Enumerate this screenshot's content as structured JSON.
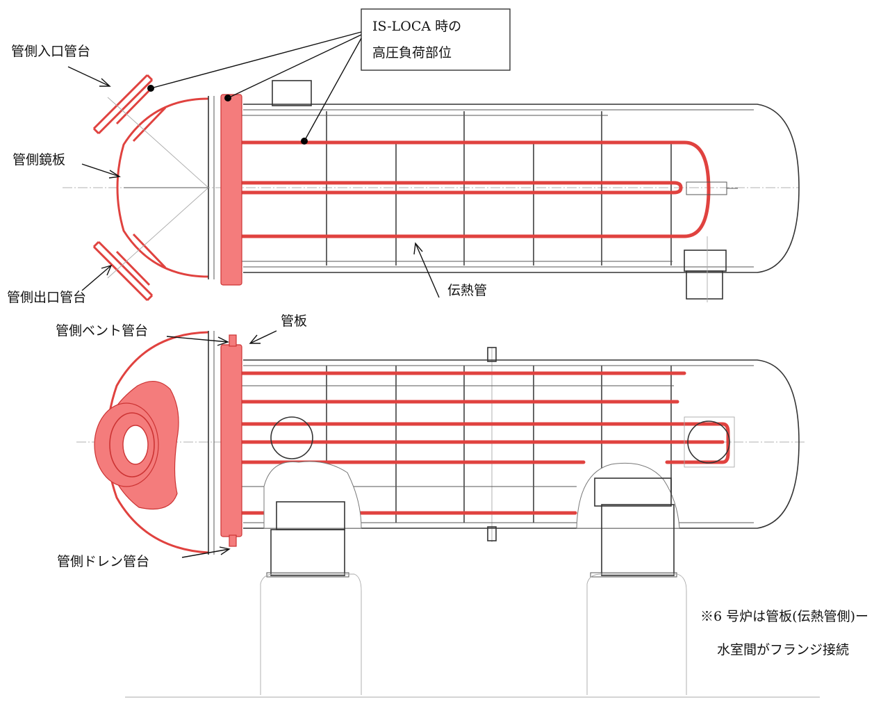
{
  "callout": {
    "line1": "IS-LOCA 時の",
    "line2": "高圧負荷部位"
  },
  "labels": {
    "inlet_nozzle": "管側入口管台",
    "head_plate": "管側鏡板",
    "outlet_nozzle": "管側出口管台",
    "heat_tube": "伝熱管",
    "vent_nozzle": "管側ベント管台",
    "tube_sheet": "管板",
    "drain_nozzle": "管側ドレン管台"
  },
  "note": {
    "line1": "※6 号炉は管板(伝熱管側)ー",
    "line2": "水室間がフランジ接続"
  },
  "colors": {
    "highlight": "#f47c7c",
    "tube": "#e0423f",
    "outline": "#333333"
  }
}
